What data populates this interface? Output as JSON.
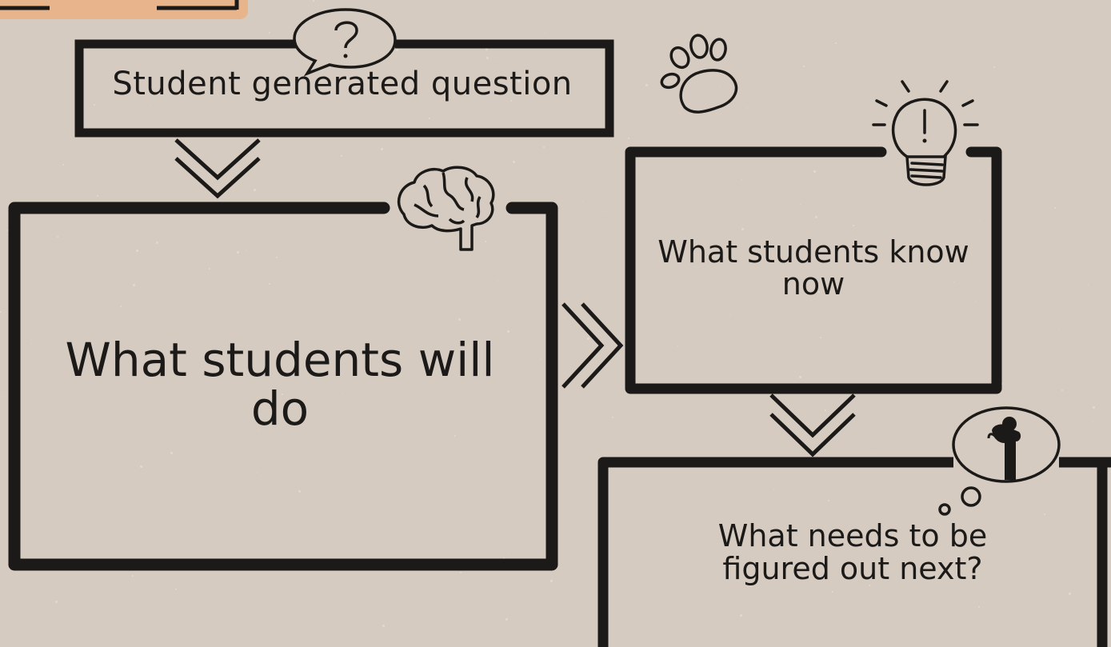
{
  "diagram": {
    "question_box": {
      "text": "Student generated  question",
      "icon": "question-bubble-icon"
    },
    "do_box": {
      "text": "What students will do",
      "icon": "brain-icon"
    },
    "know_box": {
      "text": "What students know now",
      "icon": "lightbulb-icon"
    },
    "next_box": {
      "text": "What needs to be figured out next?",
      "icon": "thinking-person-icon"
    },
    "decorations": [
      "paw-print-icon",
      "double-chevron-down-icon",
      "double-chevron-right-icon"
    ],
    "colors": {
      "background": "#d5cbc0",
      "ink": "#1c1a18",
      "corner_tab": "#e8b48c"
    }
  }
}
